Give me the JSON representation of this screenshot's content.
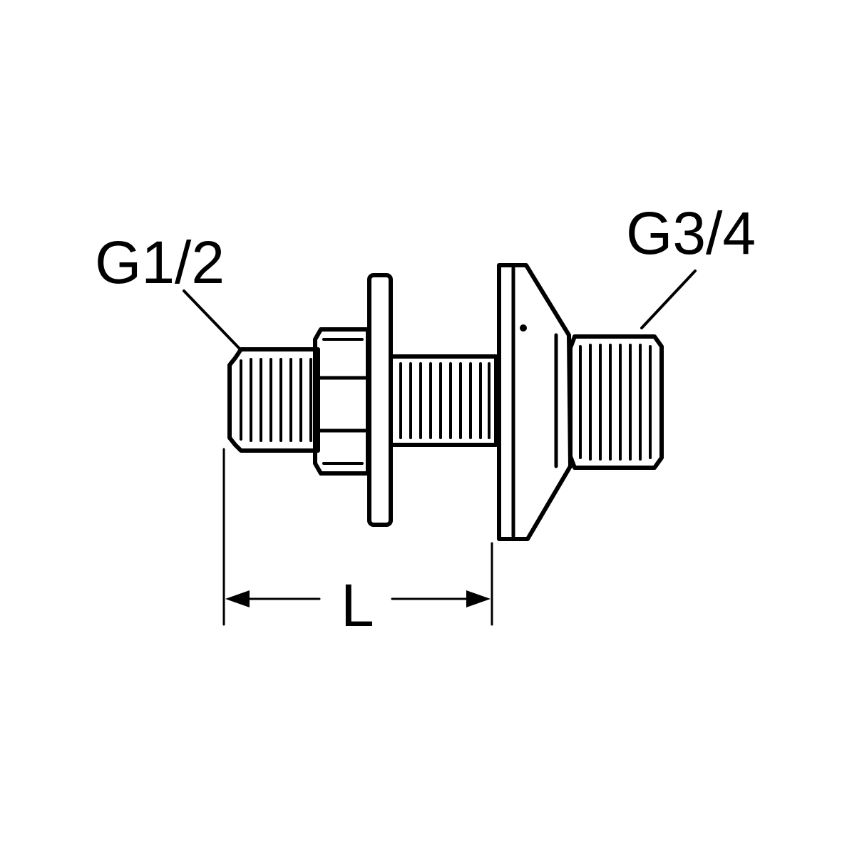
{
  "labels": {
    "left_thread": "G1/2",
    "right_thread": "G3/4",
    "length": "L"
  },
  "colors": {
    "ink": "#000000",
    "background": "#ffffff"
  }
}
